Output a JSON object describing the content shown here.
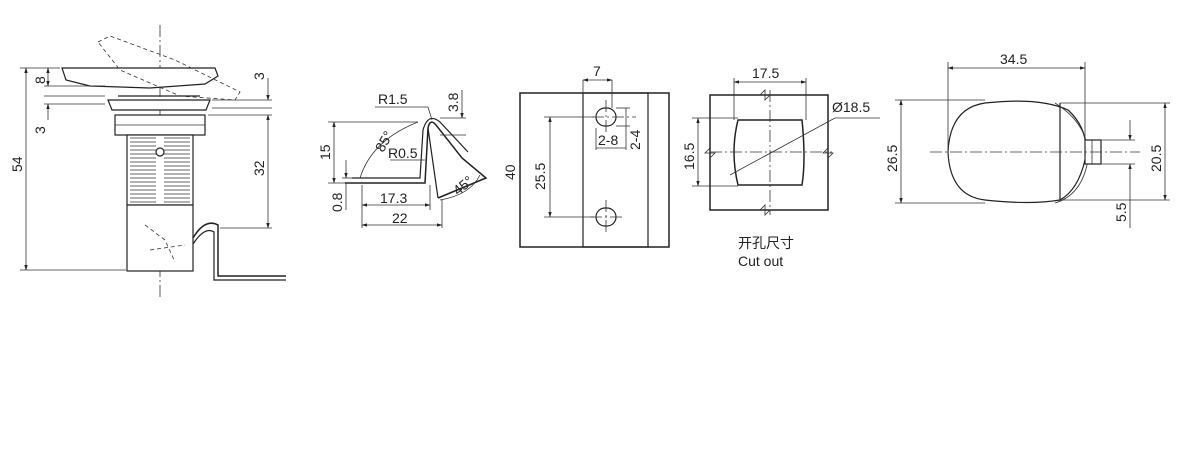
{
  "side_view": {
    "dims": {
      "d8": "8",
      "d3_left": "3",
      "d3_right": "3",
      "d54": "54",
      "d32": "32"
    }
  },
  "cam_view": {
    "dims": {
      "r1_5": "R1.5",
      "r0_5": "R0.5",
      "d3_8": "3.8",
      "d15": "15",
      "d0_8": "0.8",
      "d17_3": "17.3",
      "d22": "22",
      "a85": "85°",
      "a45": "45°"
    }
  },
  "front_view": {
    "dims": {
      "d7": "7",
      "d40": "40",
      "d25_5": "25.5",
      "d2_8": "2-8",
      "d2_4": "2-4"
    }
  },
  "cutout_view": {
    "dims": {
      "d17_5": "17.5",
      "d16_5": "16.5",
      "dia18_5": "Ø18.5"
    },
    "caption_cn": "开孔尺寸",
    "caption_en": "Cut out"
  },
  "top_view": {
    "dims": {
      "d34_5": "34.5",
      "d26_5": "26.5",
      "d20_5": "20.5",
      "d5_5": "5.5"
    }
  }
}
